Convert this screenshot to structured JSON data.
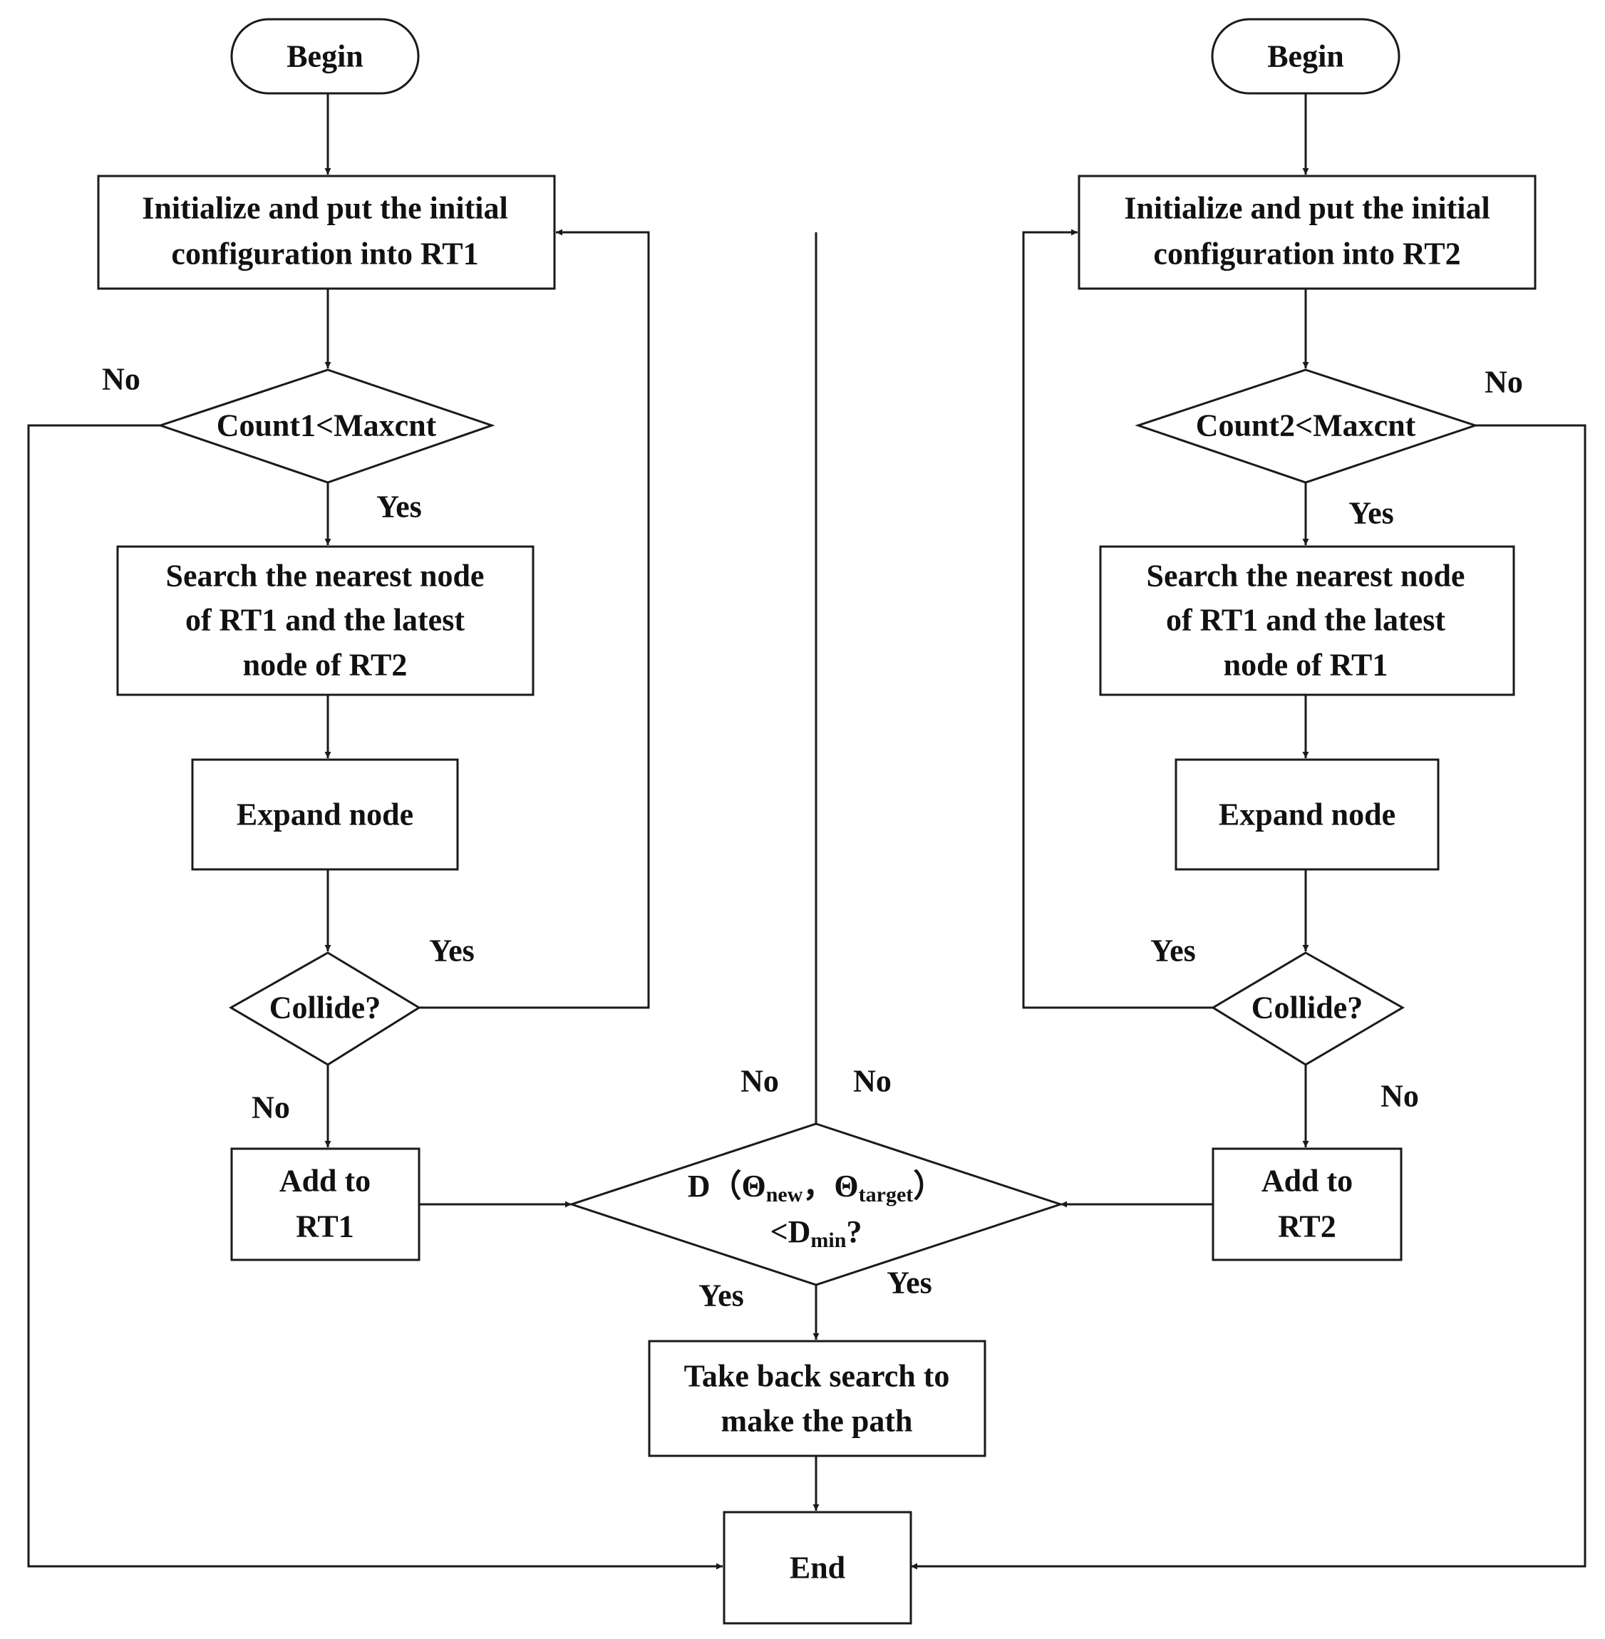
{
  "left": {
    "begin": "Begin",
    "init": [
      "Initialize and put the initial",
      "configuration into RT1"
    ],
    "count": "Count1<Maxcnt",
    "search": [
      "Search the nearest node",
      "of RT1 and the latest",
      "node of RT2"
    ],
    "expand": "Expand node",
    "collide": "Collide?",
    "add": [
      "Add to",
      "RT1"
    ]
  },
  "right": {
    "begin": "Begin",
    "init": [
      "Initialize and put the initial",
      "configuration into RT2"
    ],
    "count": "Count2<Maxcnt",
    "search": [
      "Search the nearest node",
      "of RT1 and the latest",
      "node of RT1"
    ],
    "expand": "Expand node",
    "collide": "Collide?",
    "add": [
      "Add to",
      "RT2"
    ]
  },
  "center": {
    "distance": {
      "d": "D",
      "open_paren": "（",
      "theta1": "Θ",
      "sub_new": "new",
      "comma": "，",
      "theta2": "Θ",
      "sub_target": "target",
      "close_paren": "）",
      "lt_d": "<D",
      "sub_min": "min",
      "question": "?"
    },
    "takeback": [
      "Take back search to",
      "make the path"
    ],
    "end": "End"
  },
  "labels": {
    "left_count_no": "No",
    "left_count_yes": "Yes",
    "left_collide_yes": "Yes",
    "left_collide_no": "No",
    "right_count_no": "No",
    "right_count_yes": "Yes",
    "right_collide_yes": "Yes",
    "right_collide_no": "No",
    "center_no_left": "No",
    "center_no_right": "No",
    "center_yes_left": "Yes",
    "center_yes_right": "Yes"
  }
}
